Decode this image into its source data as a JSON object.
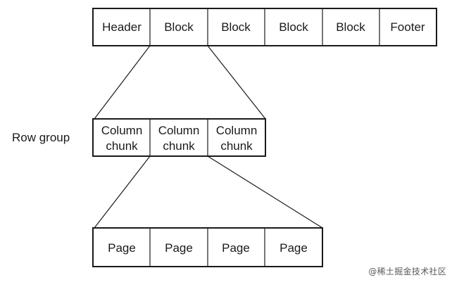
{
  "file_row": {
    "cells": [
      "Header",
      "Block",
      "Block",
      "Block",
      "Block",
      "Footer"
    ]
  },
  "row_group": {
    "label": "Row group",
    "cells": [
      [
        "Column",
        "chunk"
      ],
      [
        "Column",
        "chunk"
      ],
      [
        "Column",
        "chunk"
      ]
    ]
  },
  "column_chunk": {
    "cells": [
      "Page",
      "Page",
      "Page",
      "Page"
    ]
  },
  "watermark": "@稀土掘金技术社区"
}
